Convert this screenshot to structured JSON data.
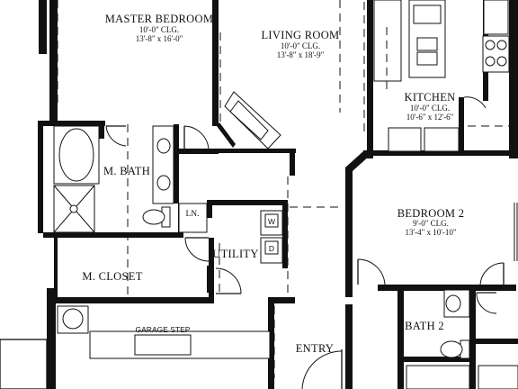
{
  "rooms": {
    "master_bedroom": {
      "name": "MASTER BEDROOM",
      "ceiling": "10'-0\" CLG.",
      "size": "13'-8\" x 16'-0\""
    },
    "living_room": {
      "name": "LIVING ROOM",
      "ceiling": "10'-0\" CLG.",
      "size": "13'-8\" x 18'-9\""
    },
    "kitchen": {
      "name": "KITCHEN",
      "ceiling": "10'-0\" CLG.",
      "size": "10'-6\" x 12'-6\""
    },
    "bedroom_2": {
      "name": "BEDROOM 2",
      "ceiling": "9'-0\" CLG.",
      "size": "13'-4\" x 10'-10\""
    },
    "m_bath": {
      "name": "M. BATH"
    },
    "m_closet": {
      "name": "M. CLOSET"
    },
    "linen": {
      "name": "LN."
    },
    "utility": {
      "name": "UTILITY"
    },
    "entry": {
      "name": "ENTRY"
    },
    "bath_2": {
      "name": "BATH 2"
    }
  },
  "annotations": {
    "garage_step": "GARAGE STEP",
    "washer": "W",
    "dryer": "D"
  }
}
